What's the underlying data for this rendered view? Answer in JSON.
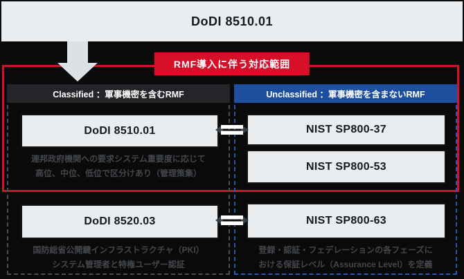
{
  "colors": {
    "page_bg": "#0a0a0a",
    "accent_red": "#d70f28",
    "accent_blue": "#1d4f9e",
    "panel_bg": "#e9edf0",
    "muted_text": "#43474c"
  },
  "top_banner": {
    "title": "DoDI 8510.01"
  },
  "scope_badge": {
    "label": "RMF導入に伴う対応範囲"
  },
  "classified_column": {
    "header": "Classified ：軍事機密を含むRMF",
    "box1_label": "DoDI 8510.01",
    "box1_desc_line1": "連邦政府機関への要求システム重要度に応じて",
    "box1_desc_line2": "高位、中位、低位で区分けあり（管理策集）",
    "box2_label": "DoDI 8520.03",
    "box2_desc_line1": "国防総省公開鍵インフラストラクチャ（PKI）",
    "box2_desc_line2": "システム管理者と特権ユーザー認証"
  },
  "unclassified_column": {
    "header": "Unclassified ：軍事機密を含まないRMF",
    "box1_label": "NIST SP800-37",
    "box2_label": "NIST SP800-53",
    "box3_label": "NIST SP800-63",
    "box3_desc_line1": "登録・認証・フェデレーションの各フェーズに",
    "box3_desc_line2": "おける保証レベル（Assurance Level）を定義"
  },
  "icons": {
    "down_arrow": "down-arrow-icon",
    "equivalence": "equals-arrow-icon"
  }
}
